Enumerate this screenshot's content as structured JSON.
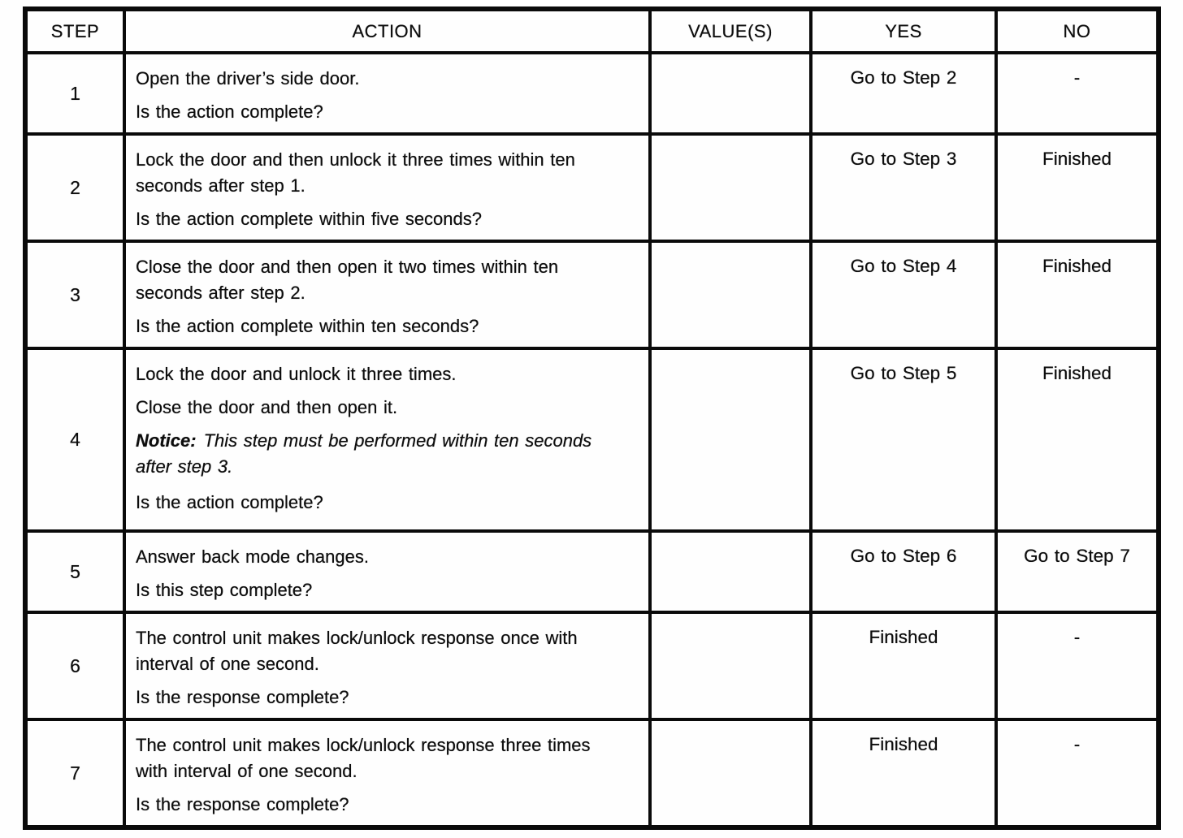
{
  "palette": {
    "background": "#fefefe",
    "ink": "#0d0d0d",
    "border": "#0a0a0a"
  },
  "table": {
    "columns": [
      {
        "label": "STEP"
      },
      {
        "label": "ACTION"
      },
      {
        "label": "VALUE(S)"
      },
      {
        "label": "YES"
      },
      {
        "label": "NO"
      }
    ],
    "rows": [
      {
        "step": "1",
        "action": [
          {
            "text": "Open the driver’s side door."
          },
          {
            "text": "Is the action complete?"
          }
        ],
        "value": "",
        "yes": "Go to Step 2",
        "no": "-"
      },
      {
        "step": "2",
        "action": [
          {
            "text": "Lock the door and then unlock it three times within ten seconds after step 1."
          },
          {
            "text": "Is the action complete within five seconds?"
          }
        ],
        "value": "",
        "yes": "Go to Step 3",
        "no": "Finished"
      },
      {
        "step": "3",
        "action": [
          {
            "text": "Close the door and then open it two times within ten seconds after step 2."
          },
          {
            "text": "Is the action complete within ten seconds?"
          }
        ],
        "value": "",
        "yes": "Go to Step 4",
        "no": "Finished"
      },
      {
        "step": "4",
        "action": [
          {
            "text": "Lock the door and unlock it three times."
          },
          {
            "text": "Close the door and then open it."
          },
          {
            "notice_label": "Notice:",
            "notice_text": "This step must be performed within ten seconds after step 3."
          },
          {
            "text": "Is the action complete?"
          }
        ],
        "value": "",
        "yes": "Go to Step 5",
        "no": "Finished"
      },
      {
        "step": "5",
        "action": [
          {
            "text": "Answer back mode changes."
          },
          {
            "text": "Is this step complete?"
          }
        ],
        "value": "",
        "yes": "Go to Step 6",
        "no": "Go to Step 7"
      },
      {
        "step": "6",
        "action": [
          {
            "text": "The control unit makes lock/unlock response once with interval of one second."
          },
          {
            "text": "Is the response complete?"
          }
        ],
        "value": "",
        "yes": "Finished",
        "no": "-"
      },
      {
        "step": "7",
        "action": [
          {
            "text": "The control unit makes lock/unlock response three times with interval of one second."
          },
          {
            "text": "Is the response complete?"
          }
        ],
        "value": "",
        "yes": "Finished",
        "no": "-"
      }
    ]
  }
}
